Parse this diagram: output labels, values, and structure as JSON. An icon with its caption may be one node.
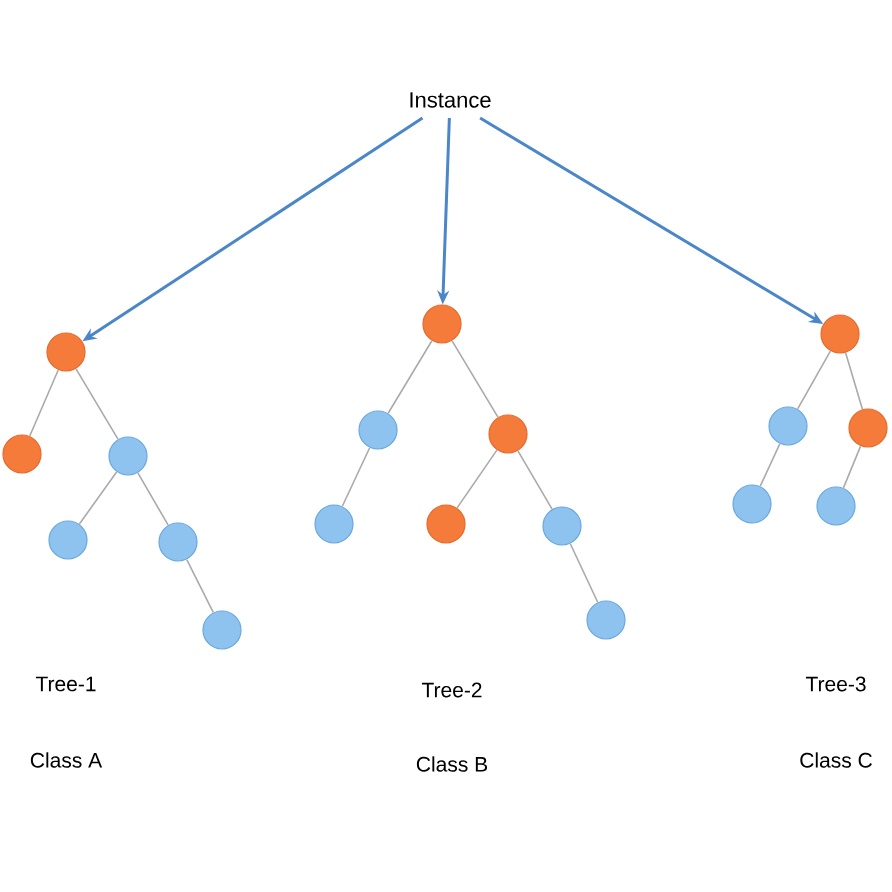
{
  "diagram": {
    "nodes": [
      {
        "text": [
          "Instance"
        ]
      },
      {
        "text": [],
        "shape": "circle"
      },
      {
        "text": [],
        "shape": "circle"
      },
      {
        "text": [],
        "shape": "circle"
      },
      {
        "text": [],
        "shape": "circle"
      },
      {
        "text": [],
        "shape": "circle"
      },
      {
        "text": [],
        "shape": "circle"
      },
      {
        "text": [],
        "shape": "circle"
      },
      {
        "text": [],
        "shape": "circle"
      },
      {
        "text": [],
        "shape": "circle"
      },
      {
        "text": [],
        "shape": "circle"
      },
      {
        "text": [],
        "shape": "circle"
      },
      {
        "text": [],
        "shape": "circle"
      },
      {
        "text": [],
        "shape": "circle"
      },
      {
        "text": [],
        "shape": "circle"
      },
      {
        "text": [],
        "shape": "circle"
      },
      {
        "text": [],
        "shape": "circle"
      },
      {
        "text": [],
        "shape": "circle"
      },
      {
        "text": [],
        "shape": "circle"
      }
    ],
    "edges": [
      {
        "from": 0,
        "to": 1,
        "arrow": "to",
        "color": "#4a86c8"
      },
      {
        "from": 0,
        "to": 7,
        "arrow": "to",
        "color": "#4a86c8"
      },
      {
        "from": 0,
        "to": 14,
        "arrow": "to",
        "color": "#4a86c8"
      },
      {
        "from": 1,
        "to": 2,
        "arrow": "none"
      },
      {
        "from": 1,
        "to": 3,
        "arrow": "none"
      },
      {
        "from": 3,
        "to": 4,
        "arrow": "none"
      },
      {
        "from": 3,
        "to": 5,
        "arrow": "none"
      },
      {
        "from": 5,
        "to": 6,
        "arrow": "none"
      },
      {
        "from": 7,
        "to": 8,
        "arrow": "none"
      },
      {
        "from": 8,
        "to": 9,
        "arrow": "none"
      },
      {
        "from": 7,
        "to": 10,
        "arrow": "none"
      },
      {
        "from": 10,
        "to": 11,
        "arrow": "none"
      },
      {
        "from": 10,
        "to": 12,
        "arrow": "none"
      },
      {
        "from": 12,
        "to": 13,
        "arrow": "none"
      },
      {
        "from": 14,
        "to": 15,
        "arrow": "none"
      },
      {
        "from": 15,
        "to": 16,
        "arrow": "none"
      },
      {
        "from": 14,
        "to": 17,
        "arrow": "none"
      },
      {
        "from": 17,
        "to": 18,
        "arrow": "none"
      }
    ],
    "labels": [
      "Tree-1",
      "Tree-2",
      "Tree-3",
      "Class A",
      "Class B",
      "Class C"
    ]
  }
}
